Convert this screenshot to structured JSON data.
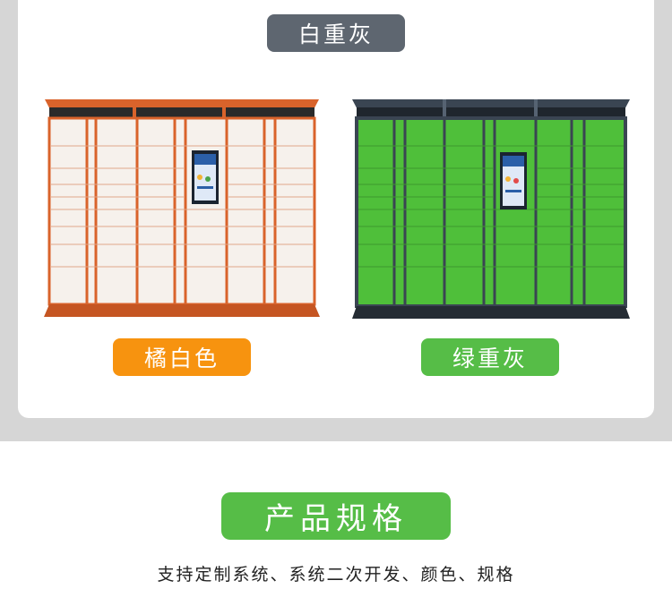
{
  "top_label": "白重灰",
  "orange_label": "橘白色",
  "green_label": "绿重灰",
  "section_title": "产品规格",
  "description": "支持定制系统、系统二次开发、颜色、规格",
  "colors": {
    "orange": "#f7930f",
    "green": "#56bd47",
    "gray_pill": "#5e6670",
    "background_band": "#d6d6d6"
  }
}
